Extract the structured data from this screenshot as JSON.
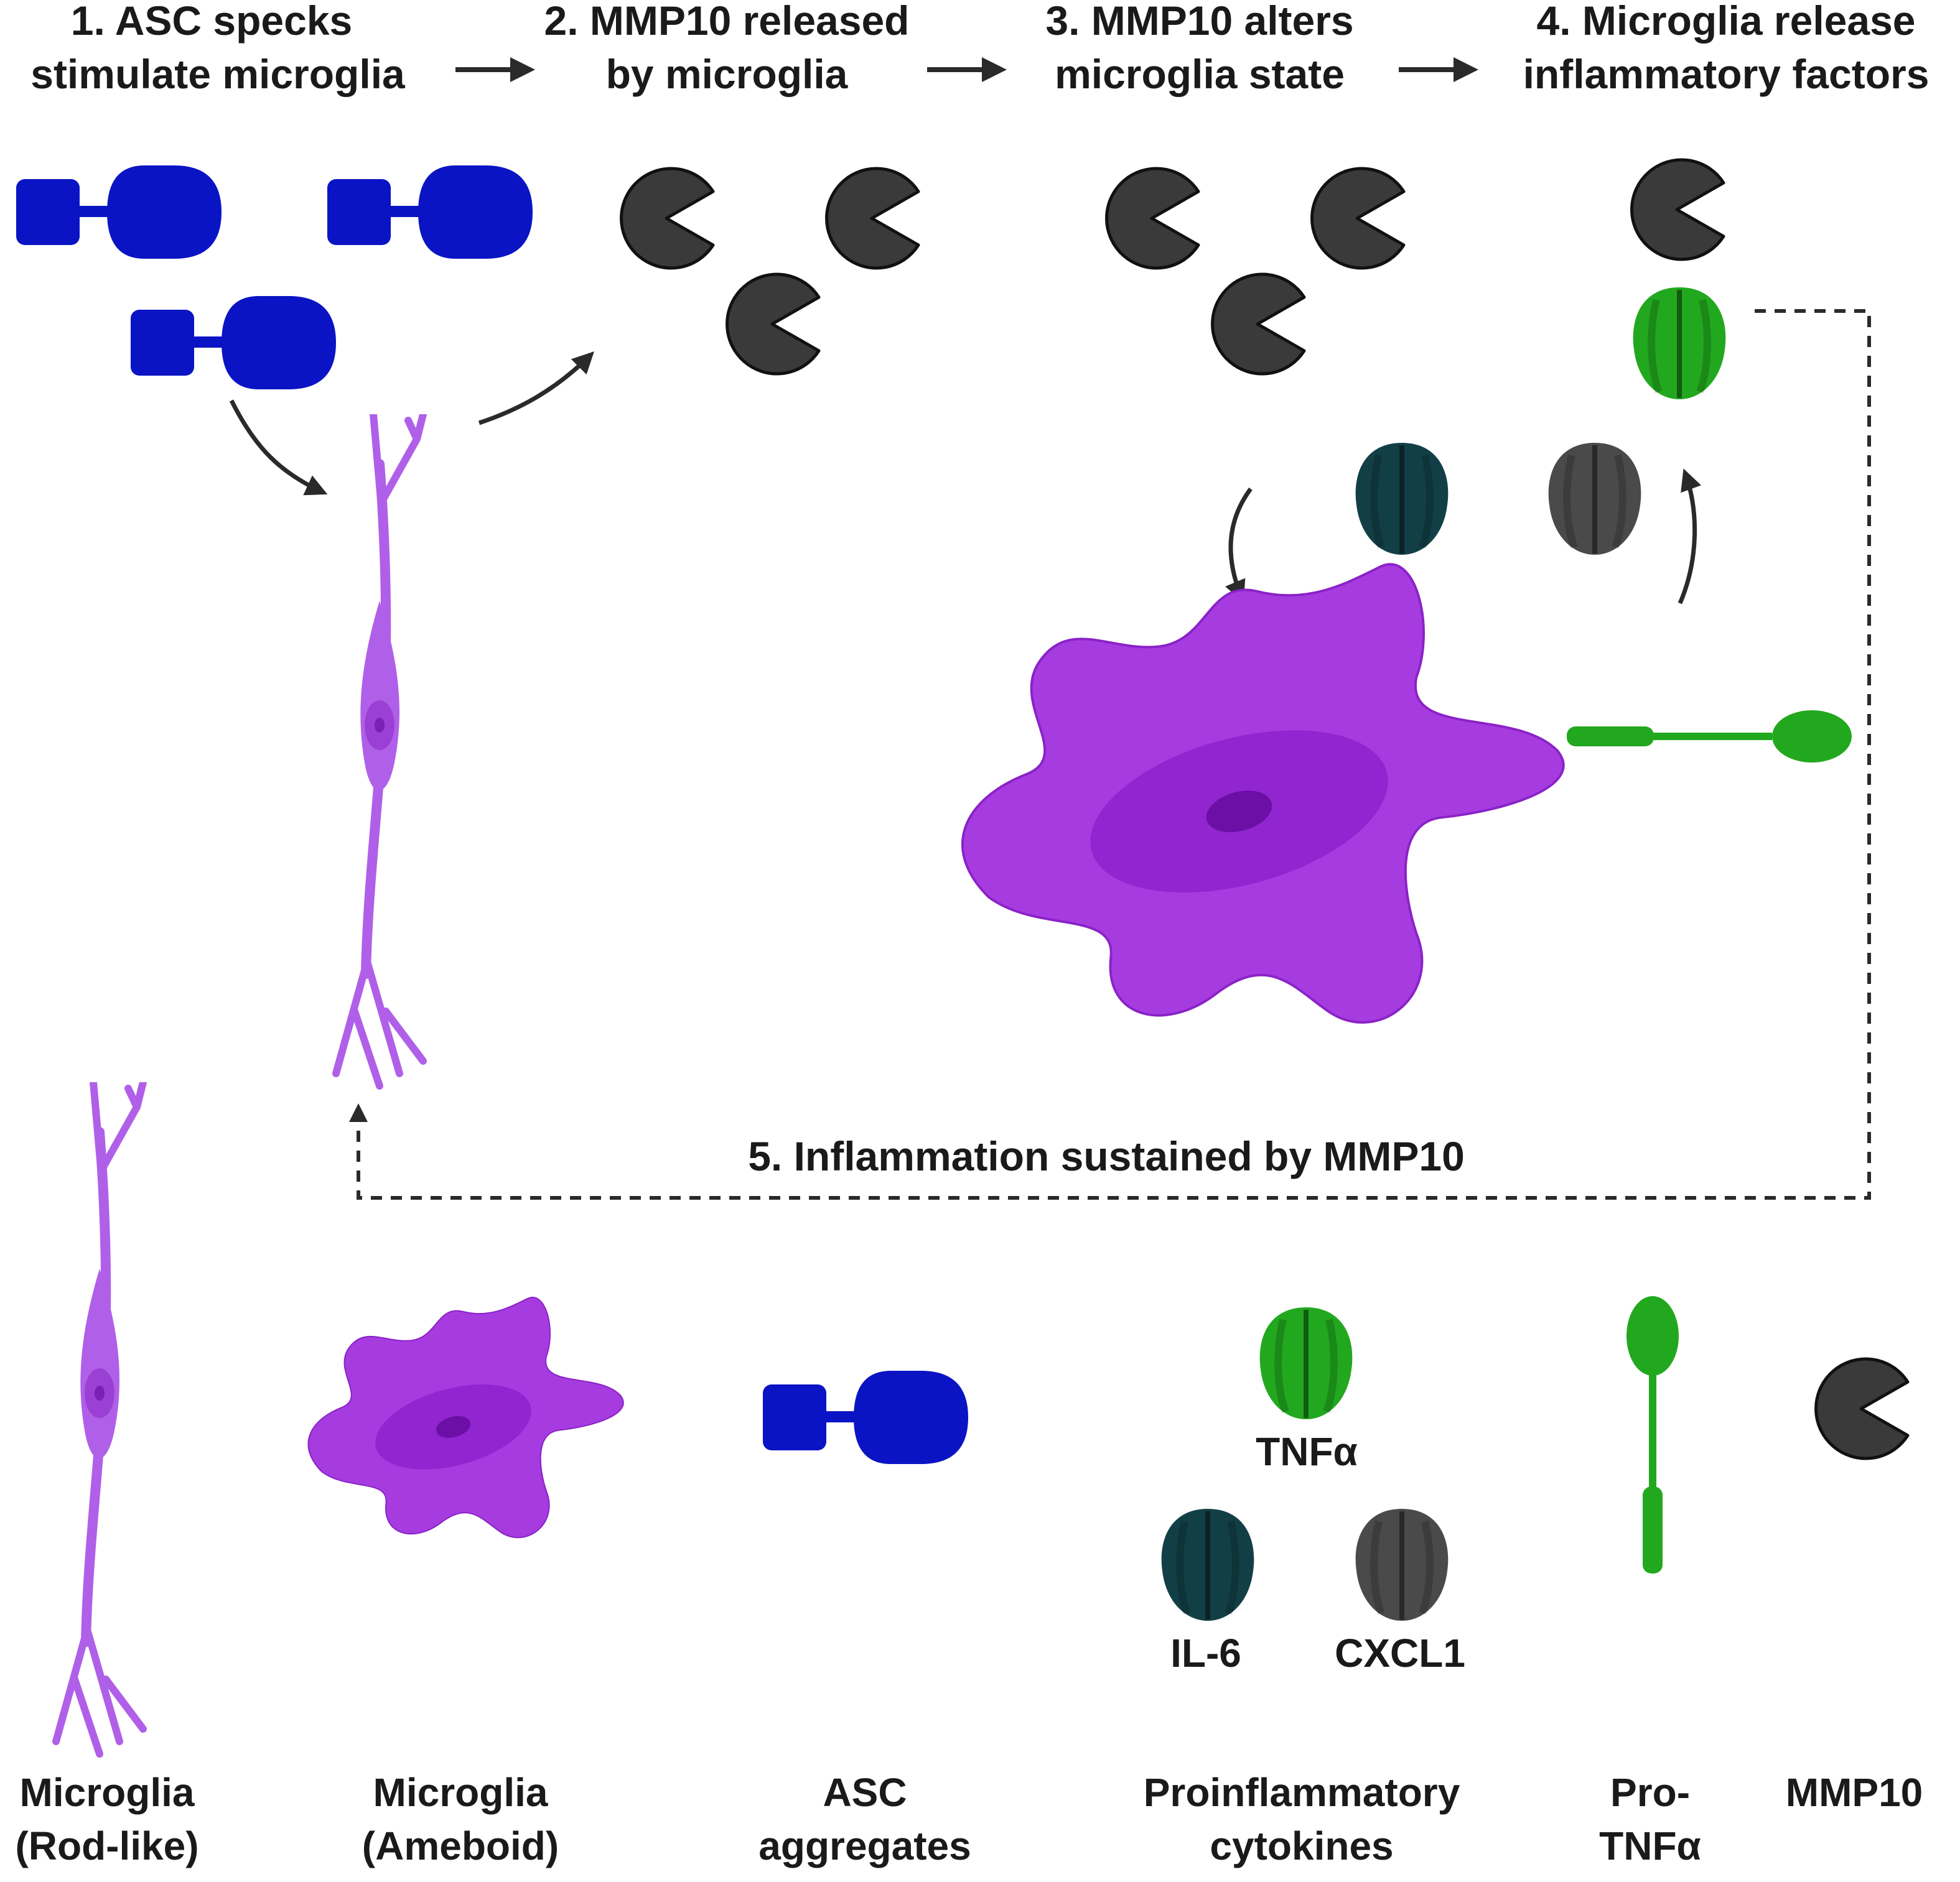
{
  "steps": [
    {
      "line1": "1. ASC specks",
      "line2": "stimulate microglia"
    },
    {
      "line1": "2. MMP10 released",
      "line2": "by microglia"
    },
    {
      "line1": "3. MMP10 alters",
      "line2": "microglia state"
    },
    {
      "line1": "4. Microglia release",
      "line2": "inflammatory factors"
    }
  ],
  "loop_label": "5. Inflammation sustained by MMP10",
  "legend": {
    "rod": {
      "line1": "Microglia",
      "line2": "(Rod-like)"
    },
    "ameboid": {
      "line1": "Microglia",
      "line2": "(Ameboid)"
    },
    "asc": {
      "line1": "ASC",
      "line2": "aggregates"
    },
    "cytokines": {
      "line1": "Proinflammatory",
      "line2": "cytokines"
    },
    "protnf": {
      "line1": "Pro-",
      "line2": "TNFα"
    },
    "mmp10": {
      "line1": "MMP10"
    }
  },
  "cytokine_labels": {
    "tnf": "TNFα",
    "il6": "IL-6",
    "cxcl1": "CXCL1"
  },
  "colors": {
    "asc_blue": "#0a14c4",
    "mmp10_dark": "#3a3a3a",
    "microglia_purple": "#a63ce0",
    "rod_purple": "#b060e8",
    "tnf_green": "#22a81e",
    "il6_teal": "#123f46",
    "cxcl1_gray": "#4a4a4a",
    "arrow": "#2a2a2a"
  }
}
